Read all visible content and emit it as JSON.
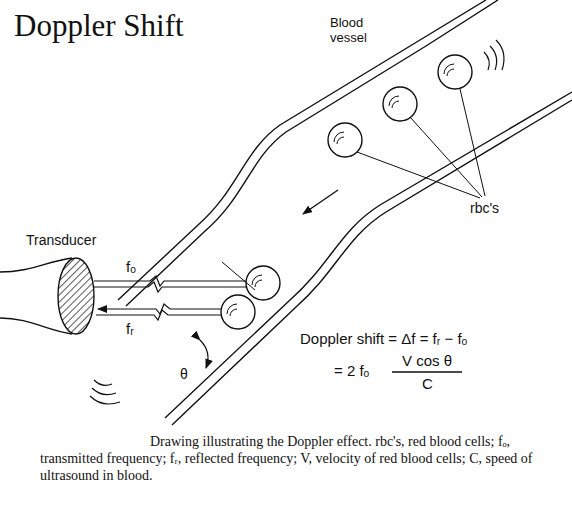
{
  "diagram": {
    "title": "Doppler Shift",
    "caption": "Drawing illustrating the Doppler effect. rbc's, red blood cells; fₒ, transmitted frequency; fᵣ, reflected frequency; V, velocity of red blood cells; C, speed of ultrasound in blood.",
    "labels": [
      "Blood vessel",
      "rbc's",
      "Transducer",
      "fₒ",
      "fᵣ",
      "θ",
      "Doppler shift = Δf = fᵣ − fₒ",
      "= 2 fₒ",
      "V cos θ",
      "C"
    ]
  }
}
